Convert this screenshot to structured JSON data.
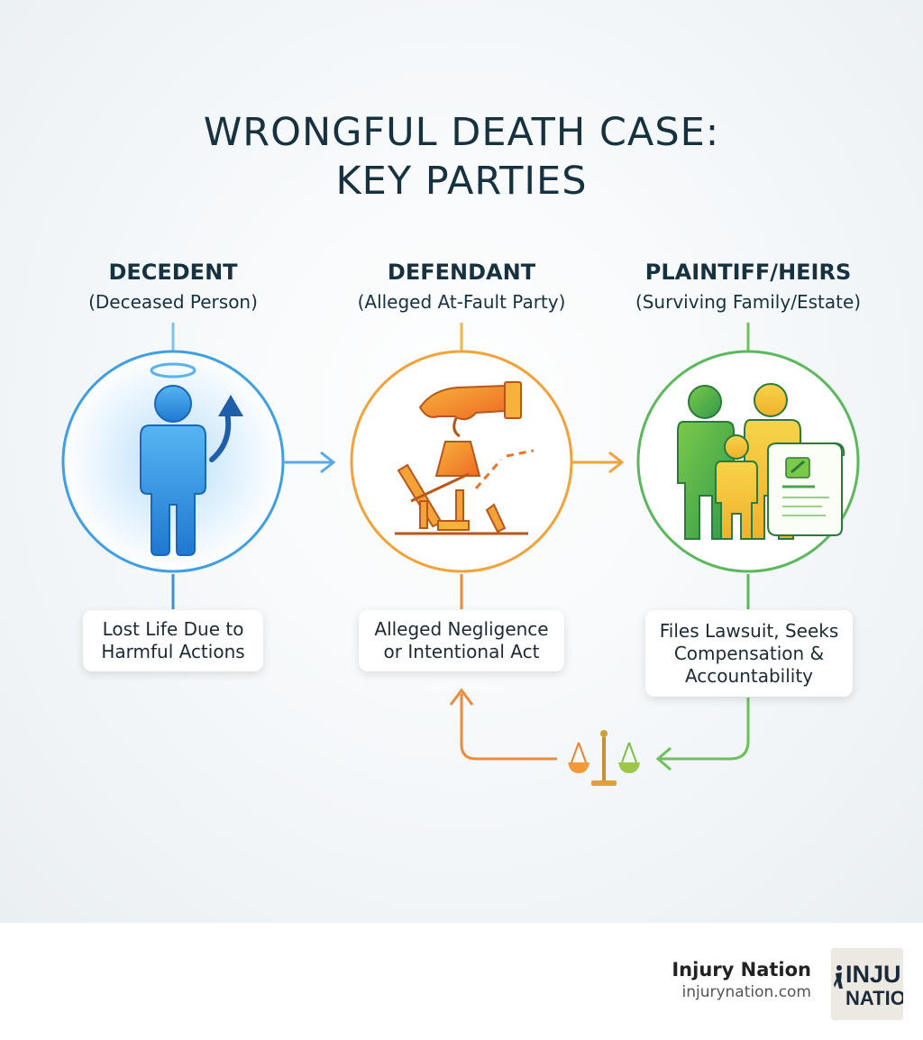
{
  "title": {
    "line1": "WRONGFUL DEATH CASE:",
    "line2": "KEY PARTIES"
  },
  "parties": [
    {
      "heading": "DECEDENT",
      "subheading": "(Deceased Person)",
      "description": "Lost Life Due to\nHarmful Actions",
      "color": "#3b9ee0",
      "icon": "person-with-halo-icon"
    },
    {
      "heading": "DEFENDANT",
      "subheading": "(Alleged At-Fault Party)",
      "description": "Alleged Negligence\nor Intentional Act",
      "color": "#f39a2c",
      "icon": "hand-dropping-weight-icon"
    },
    {
      "heading": "PLAINTIFF/HEIRS",
      "subheading": "(Surviving Family/Estate)",
      "description": "Files Lawsuit, Seeks\nCompensation &\nAccountability",
      "color": "#5cb85c",
      "icon": "family-with-legal-document-icon"
    }
  ],
  "center_icon": "scales-of-justice-icon",
  "brand": {
    "name": "Injury Nation",
    "url": "injurynation.com",
    "logo_text_line1": "INJU",
    "logo_text_line2": "NATIO"
  }
}
